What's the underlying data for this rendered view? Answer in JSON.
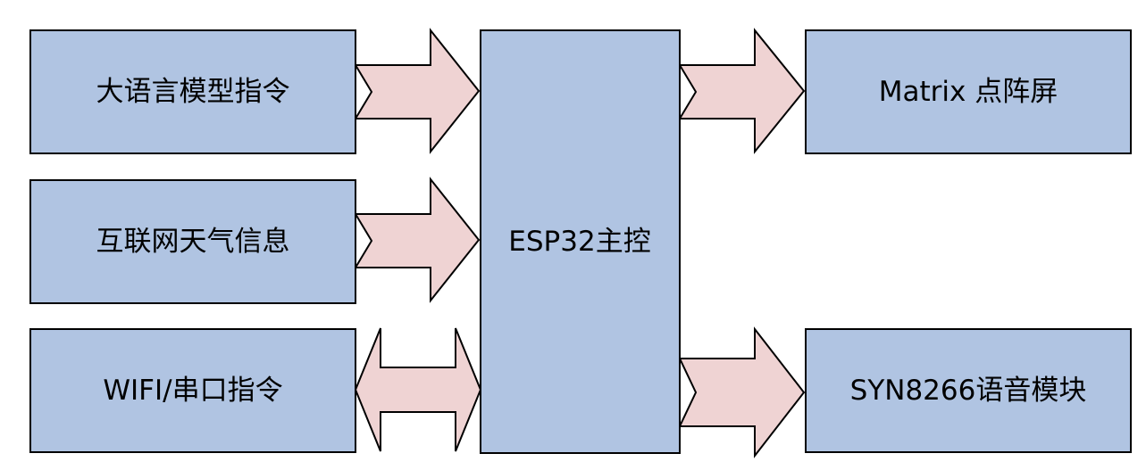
{
  "colors": {
    "box_fill": "#b0c4e2",
    "arrow_fill": "#efd3d3",
    "stroke": "#000000"
  },
  "blocks": {
    "llm_command": "大语言模型指令",
    "internet_weather": "互联网天气信息",
    "wifi_serial_command": "WIFI/串口指令",
    "esp32_main": "ESP32主控",
    "matrix_display": "Matrix 点阵屏",
    "syn8266_voice": "SYN8266语音模块"
  },
  "connections": [
    {
      "from": "llm_command",
      "to": "esp32_main",
      "direction": "one-way"
    },
    {
      "from": "internet_weather",
      "to": "esp32_main",
      "direction": "one-way"
    },
    {
      "from": "wifi_serial_command",
      "to": "esp32_main",
      "direction": "two-way"
    },
    {
      "from": "esp32_main",
      "to": "matrix_display",
      "direction": "one-way"
    },
    {
      "from": "esp32_main",
      "to": "syn8266_voice",
      "direction": "one-way"
    }
  ]
}
